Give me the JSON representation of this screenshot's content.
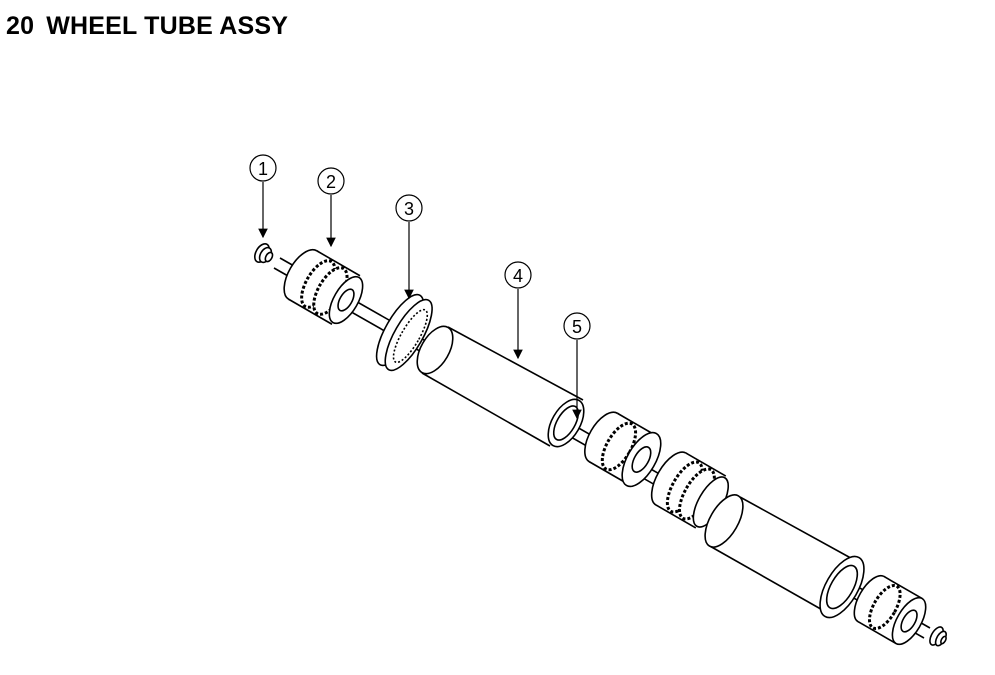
{
  "header": {
    "number": "20",
    "title": "WHEEL TUBE ASSY"
  },
  "callouts": [
    "1",
    "2",
    "3",
    "4",
    "5"
  ]
}
